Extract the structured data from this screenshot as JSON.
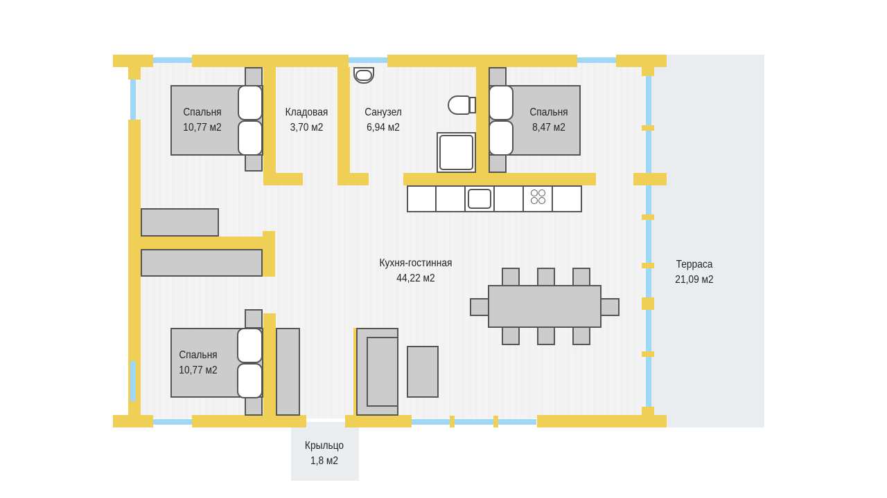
{
  "plan": {
    "colors": {
      "wall": "#efcf55",
      "window": "#9fd8f7",
      "furniture": "#cccccc",
      "outline": "#555555",
      "exterior": "#eaedf0",
      "floor": "#f4f4f4"
    },
    "rooms": [
      {
        "id": "bedroom-1",
        "name": "Спальня",
        "area": "10,77 м2"
      },
      {
        "id": "pantry",
        "name": "Кладовая",
        "area": "3,70 м2"
      },
      {
        "id": "bathroom",
        "name": "Санузел",
        "area": "6,94 м2"
      },
      {
        "id": "bedroom-2",
        "name": "Спальня",
        "area": "8,47 м2"
      },
      {
        "id": "kitchen-living",
        "name": "Кухня-гостинная",
        "area": "44,22 м2"
      },
      {
        "id": "bedroom-3",
        "name": "Спальня",
        "area": "10,77 м2"
      },
      {
        "id": "terrace",
        "name": "Терраса",
        "area": "21,09 м2"
      },
      {
        "id": "porch",
        "name": "Крыльцо",
        "area": "1,8 м2"
      }
    ],
    "fixtures": {
      "kitchen_counter_units": 6,
      "stove_burners": 4,
      "dining_chairs": 8
    }
  }
}
